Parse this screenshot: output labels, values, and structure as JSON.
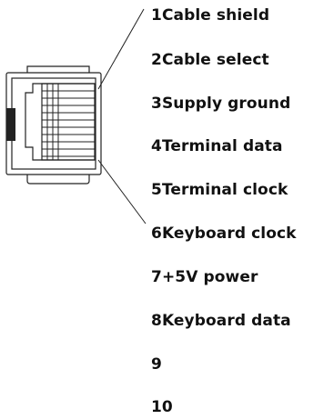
{
  "pins": [
    {
      "num": "1",
      "label": "Cable shield"
    },
    {
      "num": "2",
      "label": "Cable select"
    },
    {
      "num": "3",
      "label": "Supply ground"
    },
    {
      "num": "4",
      "label": "Terminal data"
    },
    {
      "num": "5",
      "label": "Terminal clock"
    },
    {
      "num": "6",
      "label": "Keyboard clock"
    },
    {
      "num": "7",
      "label": "+5V power"
    },
    {
      "num": "8",
      "label": "Keyboard data"
    },
    {
      "num": "9",
      "label": ""
    },
    {
      "num": "10",
      "label": ""
    }
  ]
}
